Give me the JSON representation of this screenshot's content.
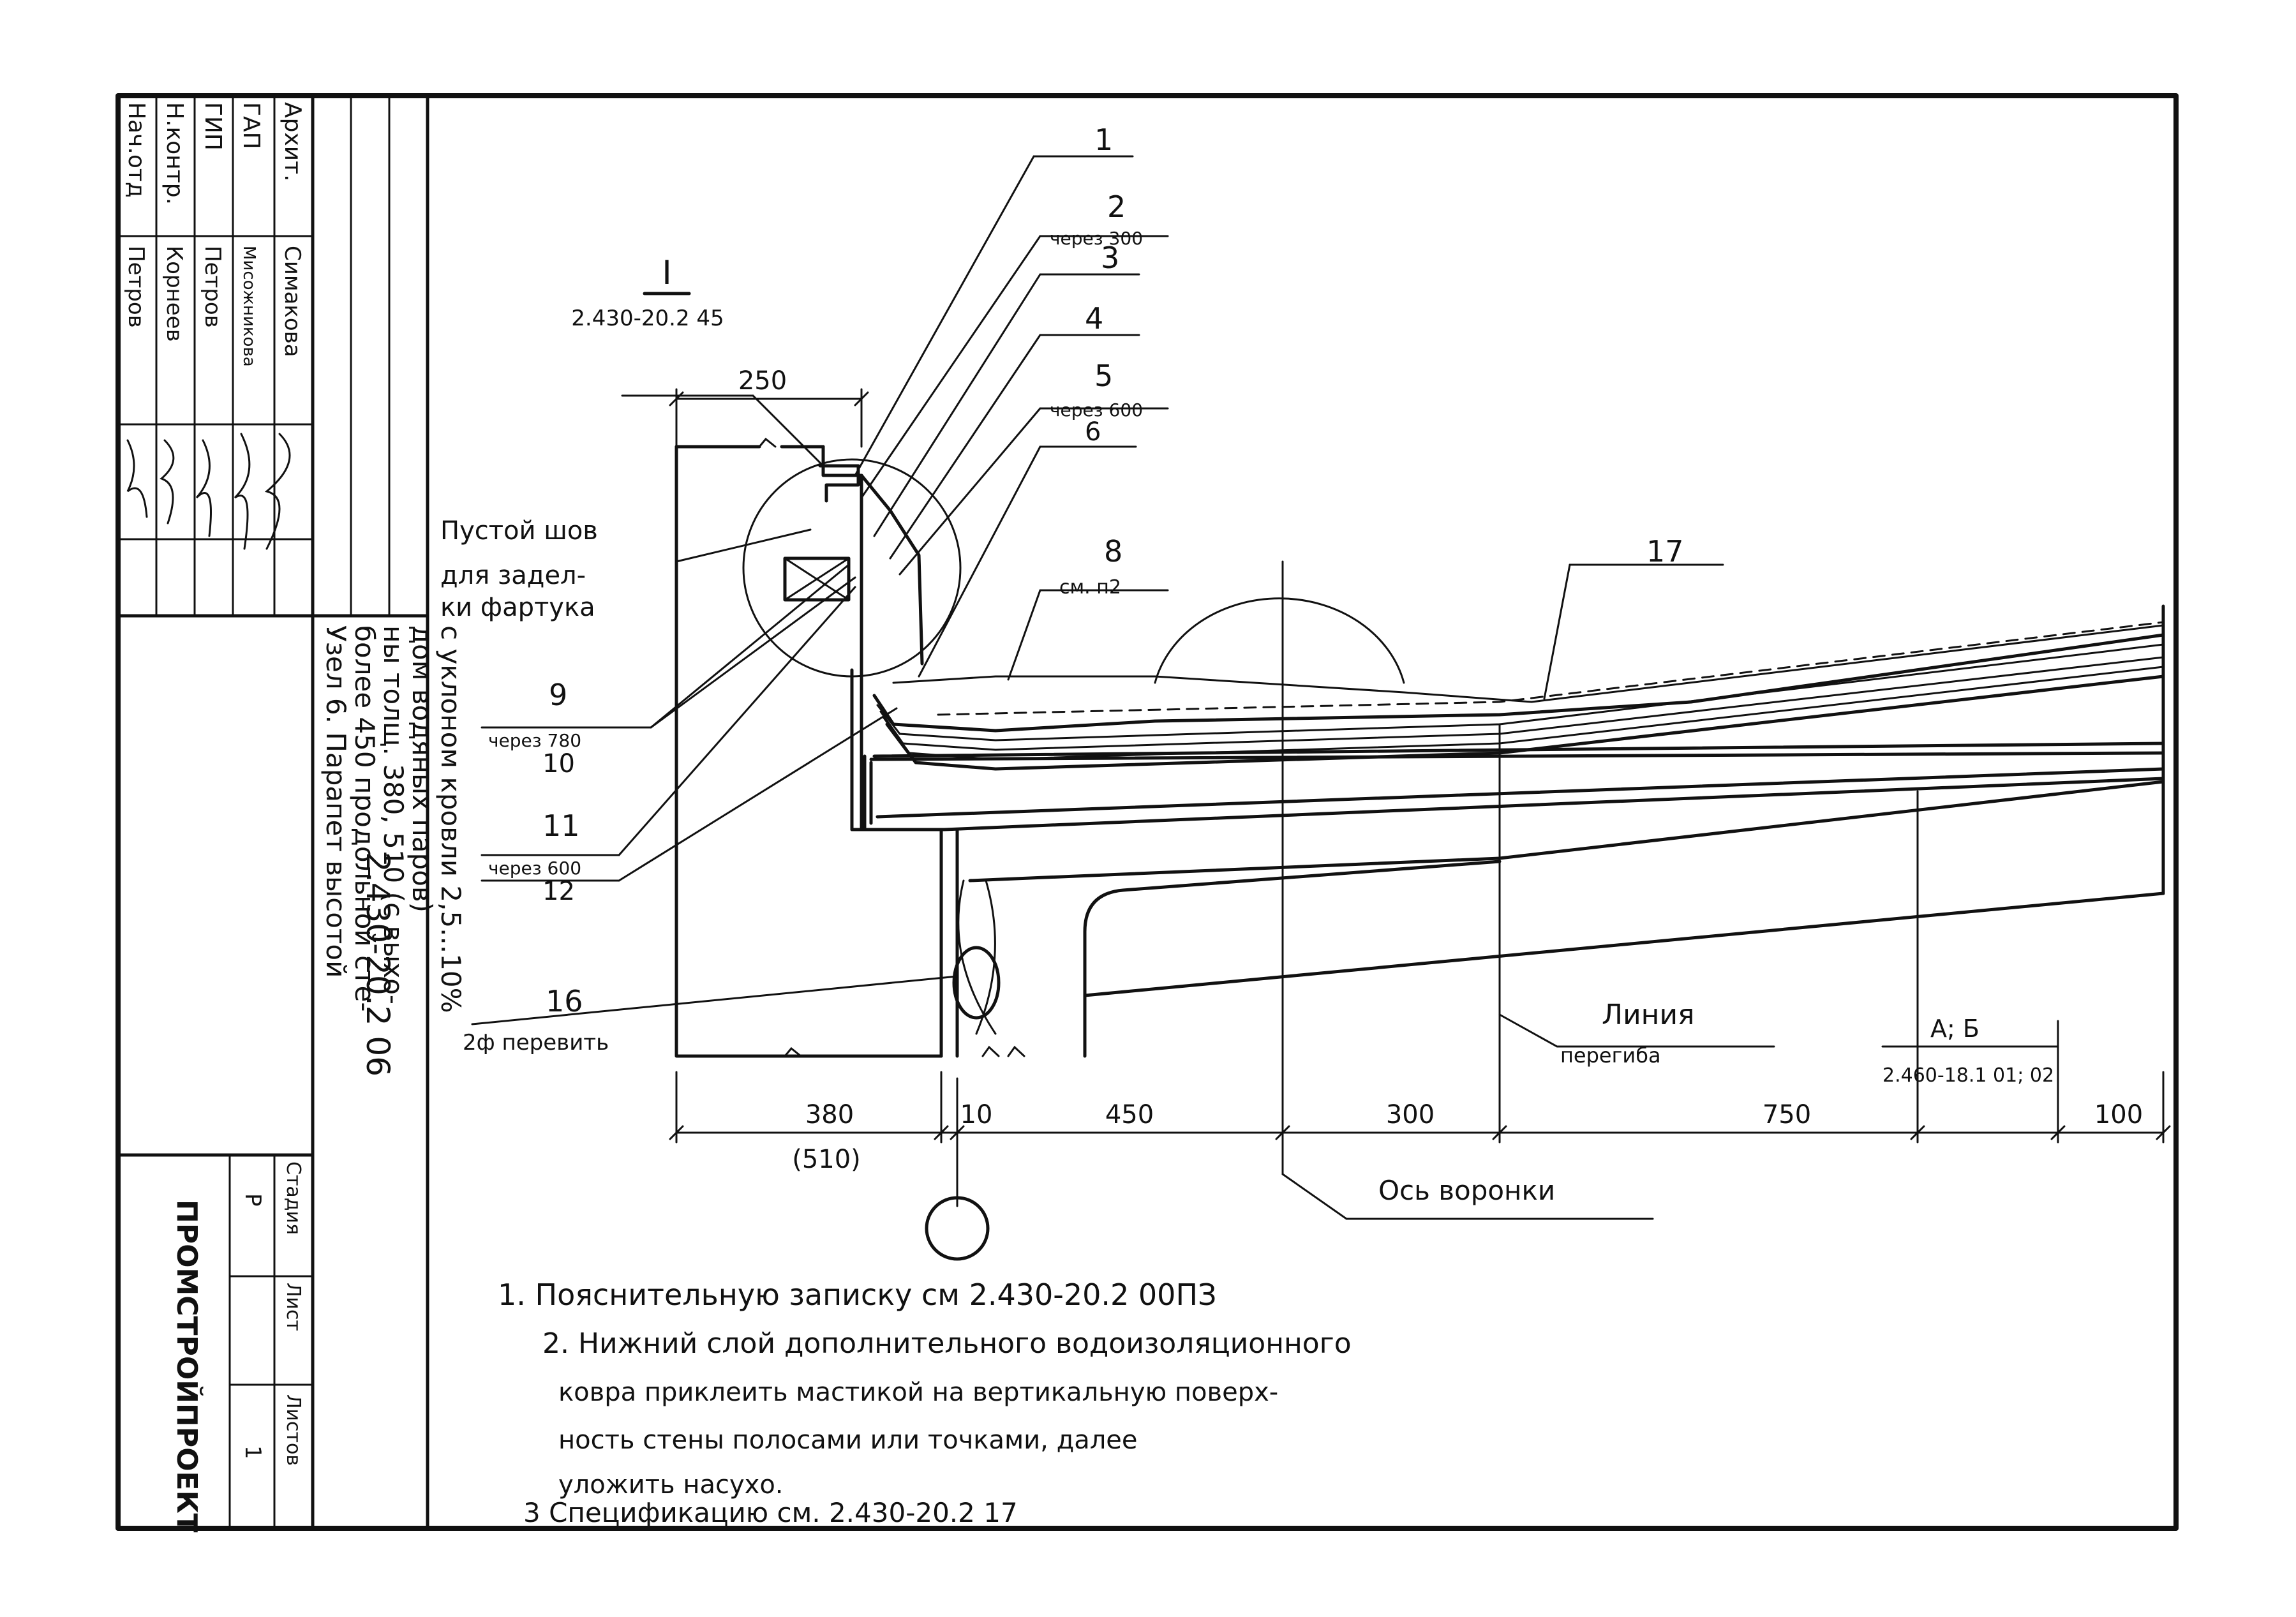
{
  "title_block": {
    "roles": [
      "Нач.отд",
      "Н.контр.",
      "ГИП",
      "ГАП",
      "Архит."
    ],
    "names": [
      "Петров",
      "Корнеев",
      "Петров",
      "Мисожникова",
      "Симакова"
    ],
    "drawing_code": "2.430-20.2 06",
    "description_lines": [
      "Узел 6. Парапет высотой",
      "более 450 продольной сте-",
      "ны толщ. 380, 510 (с выхо-",
      "дом водяных паров)",
      "с уклоном кровли 2,5...10%"
    ],
    "stage_label": "Стадия",
    "sheet_label": "Лист",
    "sheets_label": "Листов",
    "stage_value": "Р",
    "sheets_value": "1",
    "org": "ПРОМСТРОЙПРОЕКТ"
  },
  "drawing": {
    "ref_mark": "I",
    "ref_code": "2.430-20.2 45",
    "callouts": {
      "c1": "1",
      "c2": "2",
      "c2_note": "через 300",
      "c3": "3",
      "c4": "4",
      "c5": "5",
      "c5_note": "через 600",
      "c6": "6",
      "c8": "8",
      "c8_note": "см. п2",
      "c17": "17",
      "c9": "9",
      "c9_note": "через 780",
      "c10": "10",
      "c11": "11",
      "c11_note": "через 600",
      "c12": "12",
      "c16": "16",
      "c16_note": "2ф перевить"
    },
    "empty_seam": [
      "Пустой шов",
      "для задел-",
      "ки фартука"
    ],
    "bend_line": [
      "Линия",
      "перегиба"
    ],
    "ab_label": "А; Б",
    "ab_code": "2.460-18.1 01; 02",
    "funnel_axis": "Ось воронки",
    "dims": {
      "d250": "250",
      "d380": "380",
      "d510": "(510)",
      "d10": "10",
      "d450": "450",
      "d300": "300",
      "d750": "750",
      "d100": "100"
    }
  },
  "notes": [
    "1. Пояснительную записку см 2.430-20.2 00ПЗ",
    "2. Нижний слой дополнительного водоизоляционного",
    "ковра приклеить мастикой на вертикальную поверх-",
    "ность стены полосами или точками, далее",
    "уложить насухо.",
    "3  Спецификацию см. 2.430-20.2 17"
  ]
}
